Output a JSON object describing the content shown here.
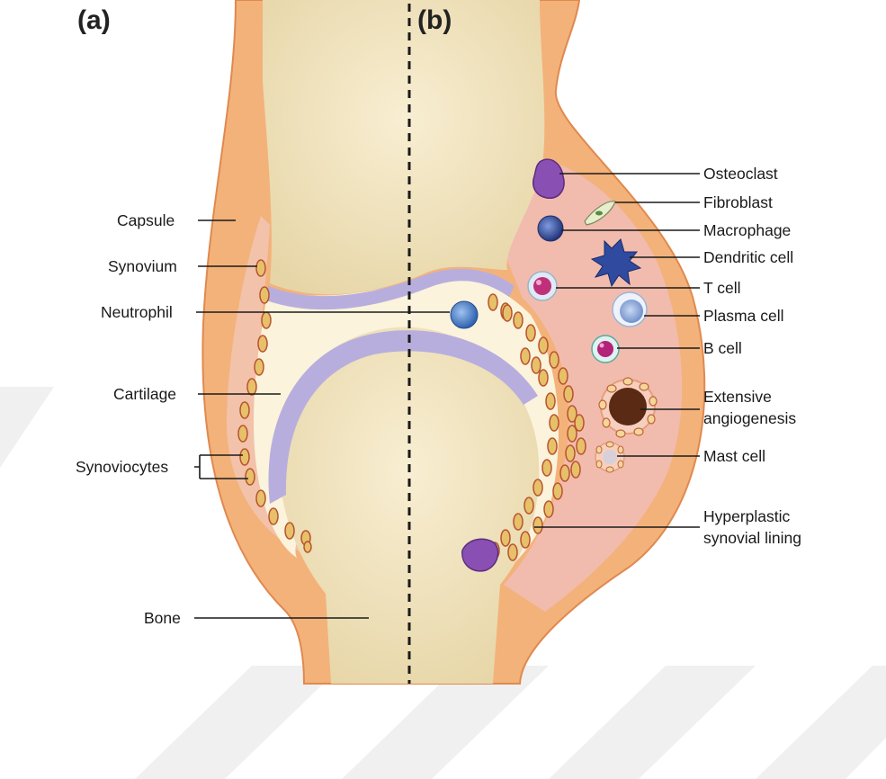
{
  "panels": {
    "left": "a",
    "right": "b"
  },
  "labels_left": {
    "capsule": "Capsule",
    "synovium": "Synovium",
    "neutrophil": "Neutrophil",
    "cartilage": "Cartilage",
    "synoviocytes": "Synoviocytes",
    "bone": "Bone"
  },
  "labels_right": {
    "osteoclast": "Osteoclast",
    "fibroblast": "Fibroblast",
    "macrophage": "Macrophage",
    "dendritic_cell": "Dendritic cell",
    "t_cell": "T cell",
    "plasma_cell": "Plasma cell",
    "b_cell": "B cell",
    "angiogenesis_line1": "Extensive",
    "angiogenesis_line2": "angiogenesis",
    "mast_cell": "Mast cell",
    "hyperplastic_line1": "Hyperplastic",
    "hyperplastic_line2": "synovial lining"
  },
  "colors": {
    "capsule": "#f3b27a",
    "capsule_edge": "#e8935a",
    "bone": "#f2e6c2",
    "bone_shade": "#e3d09b",
    "cartilage": "#b8aede",
    "synovial_fluid": "#fbf3dc",
    "synovium_inflamed": "#f1bcae",
    "synoviocyte": "#e3b75a",
    "osteoclast": "#8a4fb3",
    "macrophage": "#3c58a8",
    "t_cell": "#c0307a",
    "vessel": "#5a2a14"
  }
}
